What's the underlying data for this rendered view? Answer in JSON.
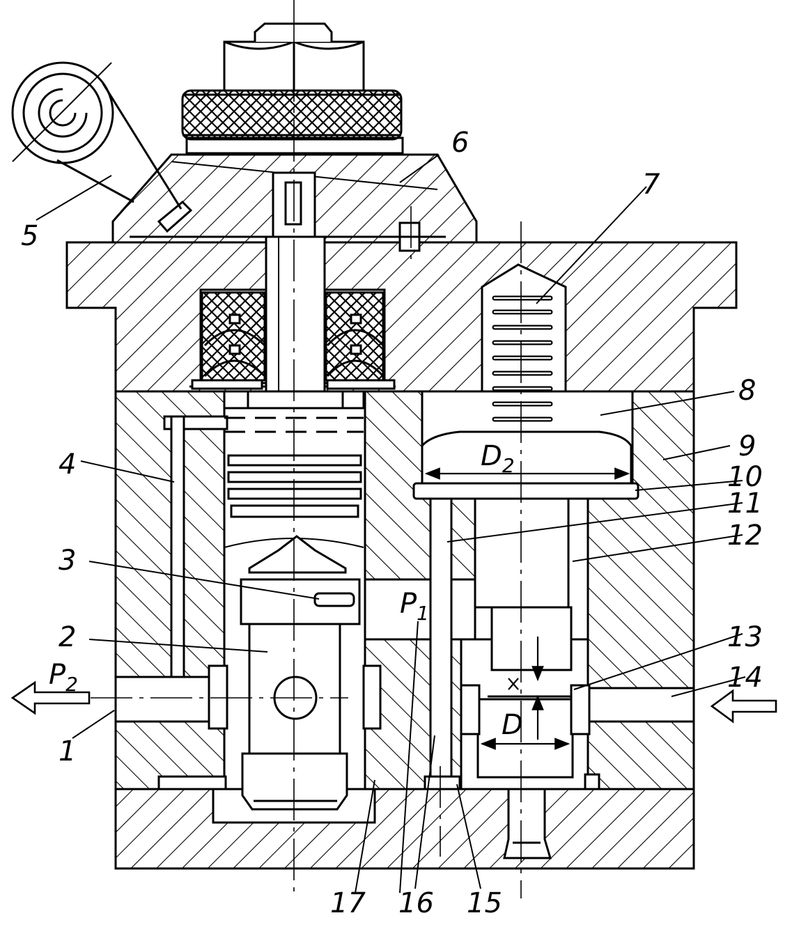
{
  "labels": {
    "l1": "1",
    "l2": "2",
    "l3": "3",
    "l4": "4",
    "l5": "5",
    "l6": "6",
    "l7": "7",
    "l8": "8",
    "l9": "9",
    "l10": "10",
    "l11": "11",
    "l12": "12",
    "l13": "13",
    "l14": "14",
    "l15": "15",
    "l16": "16",
    "l17": "17"
  },
  "symbols": {
    "p1_main": "P",
    "p1_sub": "1",
    "p2_main": "P",
    "p2_sub": "2",
    "d2_main": "D",
    "d2_sub": "2",
    "d": "D"
  }
}
